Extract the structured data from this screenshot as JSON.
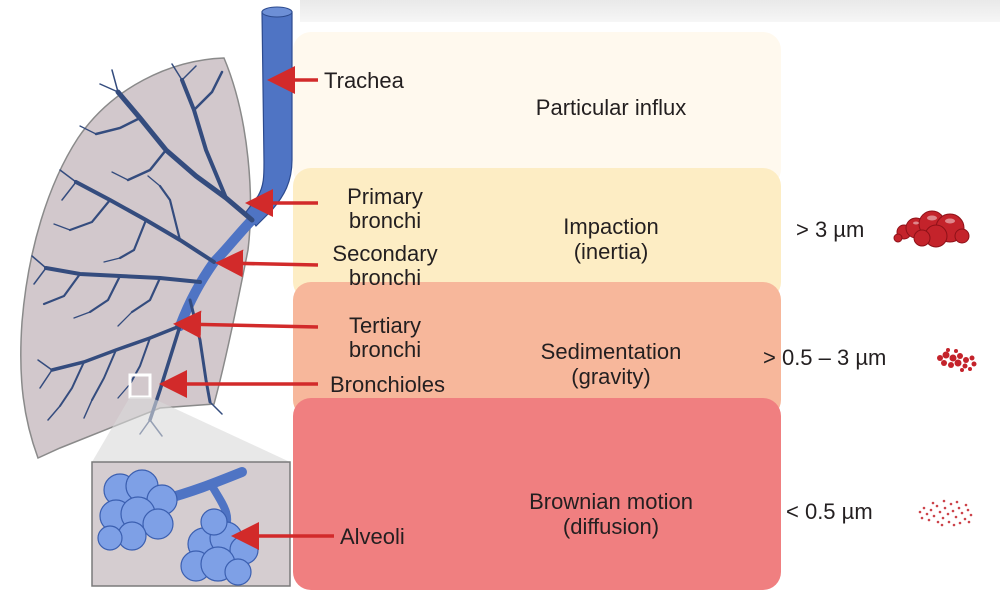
{
  "structures": {
    "trachea": "Trachea",
    "primary_line1": "Primary",
    "primary_line2": "bronchi",
    "secondary_line1": "Secondary",
    "secondary_line2": "bronchi",
    "tertiary_line1": "Tertiary",
    "tertiary_line2": "bronchi",
    "bronchioles": "Bronchioles",
    "alveoli": "Alveoli"
  },
  "mechanisms": [
    {
      "line1": "Particular influx",
      "line2": "",
      "color": "#fff9ee"
    },
    {
      "line1": "Impaction",
      "line2": "(inertia)",
      "color": "#fdedc4"
    },
    {
      "line1": "Sedimentation",
      "line2": "(gravity)",
      "color": "#f7b79b"
    },
    {
      "line1": "Brownian motion",
      "line2": "(diffusion)",
      "color": "#f07f80"
    }
  ],
  "particle_sizes": [
    {
      "label": "> 3 µm"
    },
    {
      "label": "> 0.5 – 3 µm"
    },
    {
      "label": "< 0.5 µm"
    }
  ],
  "colors": {
    "airway": "#4f74c4",
    "lung_fill": "#d2c8cc",
    "arrow": "#d22a2a",
    "particle": "#c4232b"
  },
  "icons": [
    "lung-icon",
    "alveoli-icon",
    "large-particle-icon",
    "medium-particle-icon",
    "small-particle-icon"
  ]
}
